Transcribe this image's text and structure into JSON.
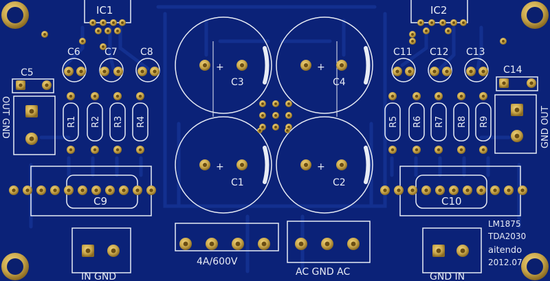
{
  "colors": {
    "board": "#0b2278",
    "trace": "#143296",
    "silk": "#e8ecf5",
    "pad": "#c8a64a",
    "pad_dark": "#6b4e14"
  },
  "labels": {
    "ic1": "IC1",
    "ic2": "IC2",
    "c1": "C1",
    "c2": "C2",
    "c3": "C3",
    "c4": "C4",
    "c5": "C5",
    "c6": "C6",
    "c7": "C7",
    "c8": "C8",
    "c9": "C9",
    "c10": "C10",
    "c11": "C11",
    "c12": "C12",
    "c13": "C13",
    "c14": "C14",
    "r1": "R1",
    "r2": "R2",
    "r3": "R3",
    "r4": "R4",
    "r5": "R5",
    "r6": "R6",
    "r7": "R7",
    "r8": "R8",
    "r9": "R9",
    "out_gnd_left": "OUT GND",
    "gnd_out_right": "GND OUT",
    "in_gnd": "IN GND",
    "gnd_in": "GND IN",
    "power_rating": "4A/600V",
    "ac_gnd_ac": "AC GND AC",
    "chip_1": "LM1875",
    "chip_2": "TDA2030",
    "brand": "aitendo",
    "date": "2012.07",
    "plus": "+"
  }
}
